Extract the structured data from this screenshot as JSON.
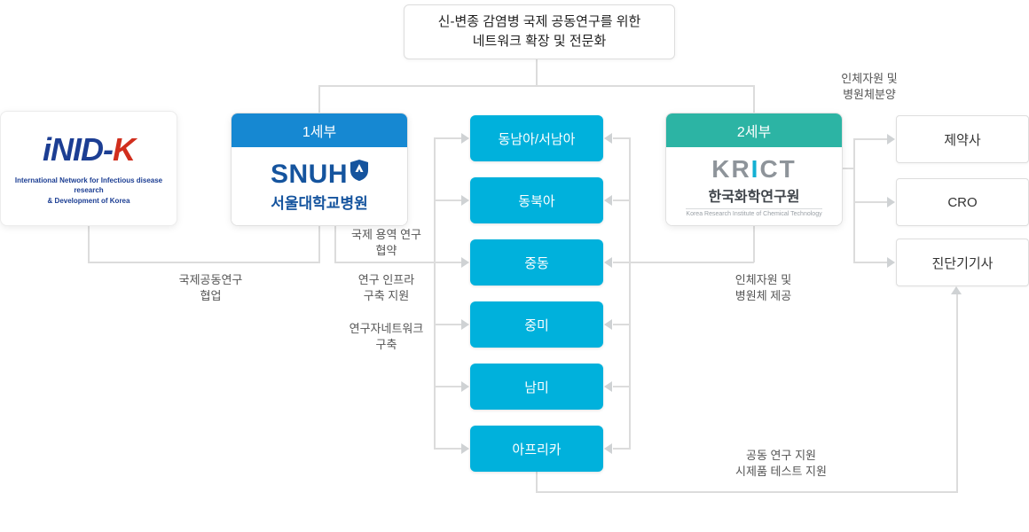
{
  "title": {
    "line1": "신-변종 감염병 국제 공동연구를 위한",
    "line2": "네트워크 확장 및 전문화"
  },
  "inid": {
    "logo_main": "iNID-",
    "logo_accent": "K",
    "sub1": "International Network for Infectious disease research",
    "sub2": "& Development of Korea"
  },
  "sub1": {
    "header": "1세부",
    "logo": "SNUH",
    "org": "서울대학교병원"
  },
  "sub2": {
    "header": "2세부",
    "logo_left": "KR",
    "logo_mid": "I",
    "logo_right": "CT",
    "org": "한국화학연구원",
    "org_en": "Korea Research Institute of Chemical Technology"
  },
  "regions": [
    "동남아/서남아",
    "동북아",
    "중동",
    "중미",
    "남미",
    "아프리카"
  ],
  "partners": [
    "제약사",
    "CRO",
    "진단기기사"
  ],
  "edge_labels": {
    "collab": "국제공동연구\n협업",
    "contract": "국제 용역 연구\n협약",
    "infra": "연구 인프라\n구축 지원",
    "network": "연구자네트워크\n구축",
    "provide": "인체자원 및\n병원체 제공",
    "supply": "인체자원 및\n병원체분양",
    "support": "공동 연구 지원\n시제품 테스트 지원"
  },
  "colors": {
    "sub1_header": "#1688d2",
    "sub2_header": "#2cb4a4",
    "region_box": "#00b1dc",
    "connector": "#dcdcdc"
  }
}
